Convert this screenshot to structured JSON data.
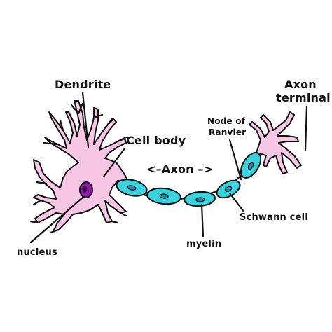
{
  "labels": {
    "dendrite": "Dendrite",
    "cell_body": "Cell body",
    "axon": "<–Axon –>",
    "node_of_ranvier_line1": "Node of",
    "node_of_ranvier_line2": "Ranvier",
    "axon_terminal_line1": "Axon",
    "axon_terminal_line2": "terminal",
    "schwann_cell": "Schwann cell",
    "myelin": "myelin",
    "nucleus": "nucleus"
  },
  "colors": {
    "cell_fill": "#f7c6e4",
    "outline": "#111111",
    "nucleus_fill": "#8e1aa8",
    "nucleus_dark": "#3f0a52",
    "myelin_fill": "#39d3e0",
    "myelin_core": "#1a8fa3",
    "background": "#ffffff"
  }
}
